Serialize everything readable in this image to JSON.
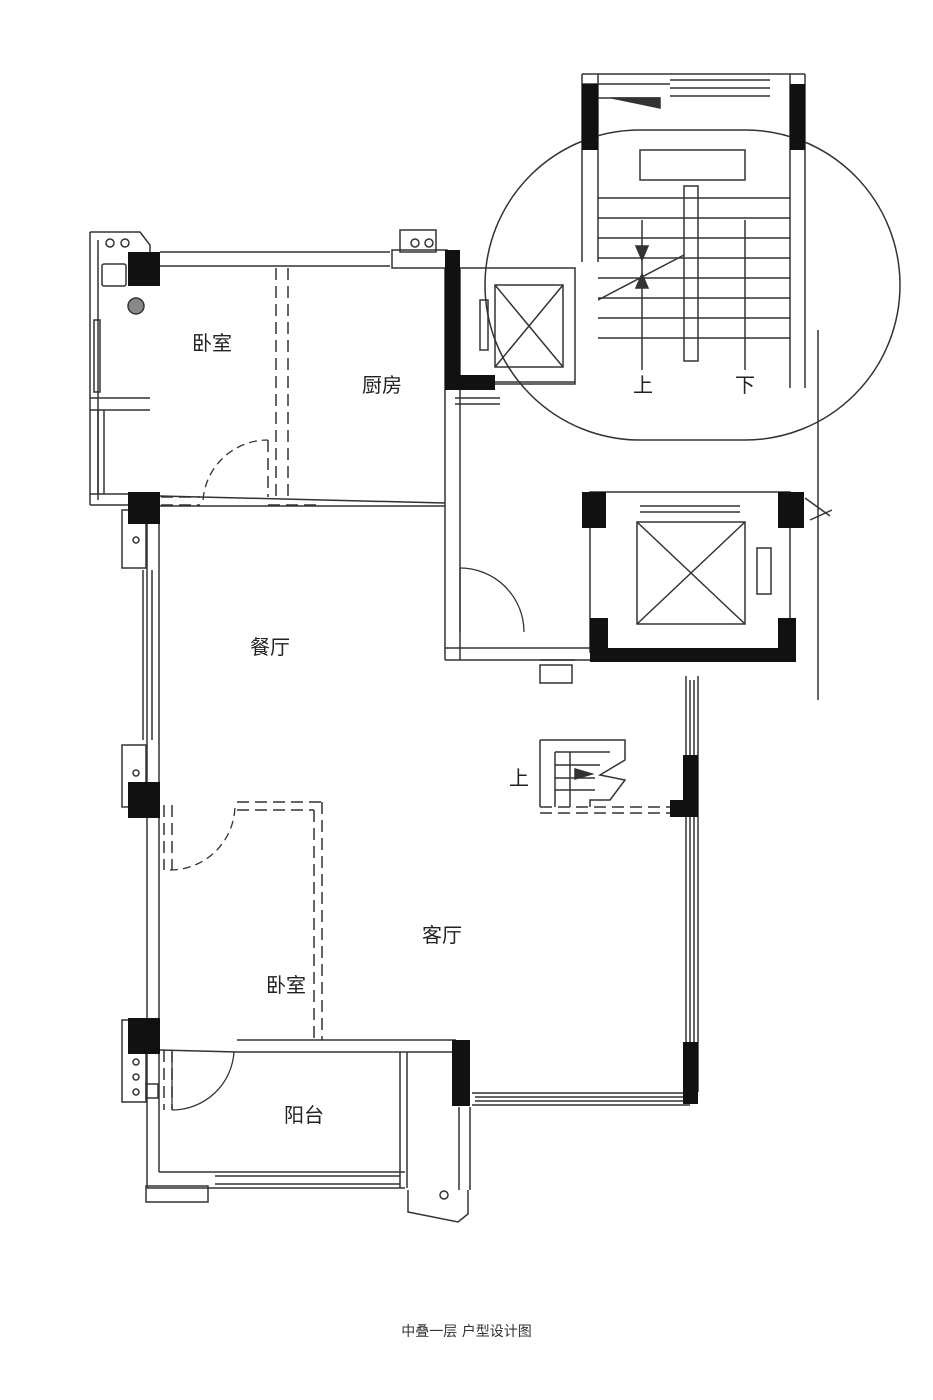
{
  "rooms": {
    "bedroom_top": "卧室",
    "kitchen": "厨房",
    "dining": "餐厅",
    "living": "客厅",
    "bedroom_bottom": "卧室",
    "balcony": "阳台"
  },
  "stairs": {
    "up_main": "上",
    "down_main": "下",
    "up_interior": "上"
  },
  "caption": "中叠一层 户型设计图",
  "colors": {
    "wall": "#111111",
    "line": "#333333",
    "background": "#ffffff"
  }
}
